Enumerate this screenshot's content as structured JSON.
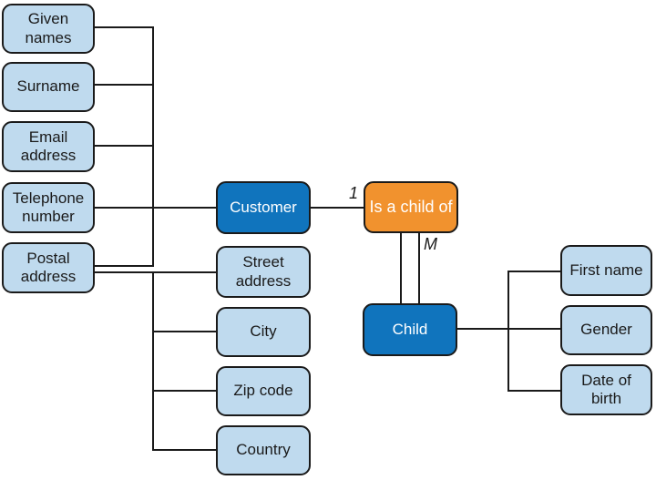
{
  "diagram": {
    "type": "entity-relationship",
    "colors": {
      "background": "#ffffff",
      "attribute_fill": "#bfdaee",
      "attribute_text": "#1a1a1a",
      "entity_fill": "#1074bd",
      "entity_text": "#ffffff",
      "relationship_fill": "#f1922e",
      "relationship_text": "#ffffff",
      "line_color": "#1a1a1a"
    },
    "entities": {
      "customer": {
        "label": "Customer"
      },
      "child": {
        "label": "Child"
      }
    },
    "relationship": {
      "label": "Is a child of",
      "cardinality_customer": "1",
      "cardinality_child": "M"
    },
    "customer_attributes": [
      {
        "label": "Given names"
      },
      {
        "label": "Surname"
      },
      {
        "label": "Email address"
      },
      {
        "label": "Telephone number"
      },
      {
        "label": "Postal address"
      }
    ],
    "postal_address_components": [
      {
        "label": "Street address"
      },
      {
        "label": "City"
      },
      {
        "label": "Zip code"
      },
      {
        "label": "Country"
      }
    ],
    "child_attributes": [
      {
        "label": "First name"
      },
      {
        "label": "Gender"
      },
      {
        "label": "Date of birth"
      }
    ]
  }
}
